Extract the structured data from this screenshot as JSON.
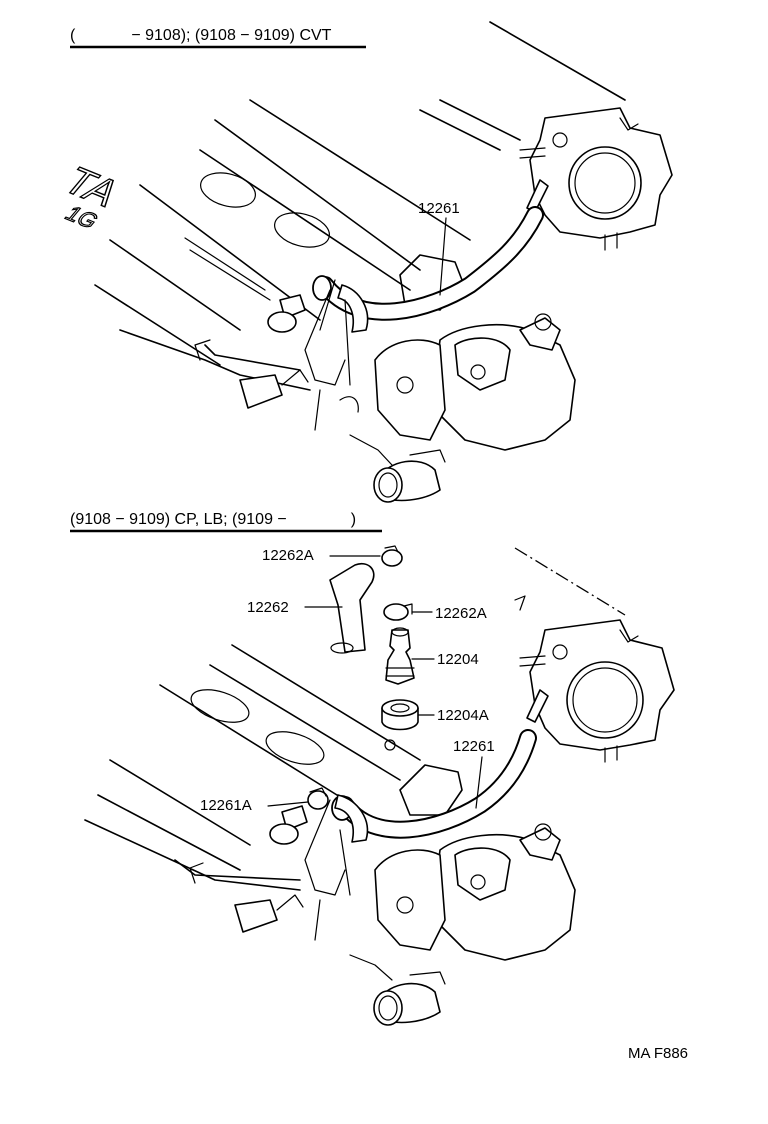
{
  "header_top": {
    "text": "(    − 9108); (9108 − 9109) CVT"
  },
  "header_bottom": {
    "text": "(9108 − 9109) CP, LB; (9109 −    )"
  },
  "parts_top": {
    "hose": "12261"
  },
  "parts_bottom": {
    "hose_upper": "12262",
    "clamp_upper": "12262A",
    "clamp_valve": "12262A",
    "pcv_valve": "12204",
    "grommet": "12204A",
    "hose_lower": "12261",
    "clamp_lower": "12261A"
  },
  "cover_marking": {
    "letters": "TA",
    "sub": "1G"
  },
  "footer": {
    "code": "MA F886"
  }
}
